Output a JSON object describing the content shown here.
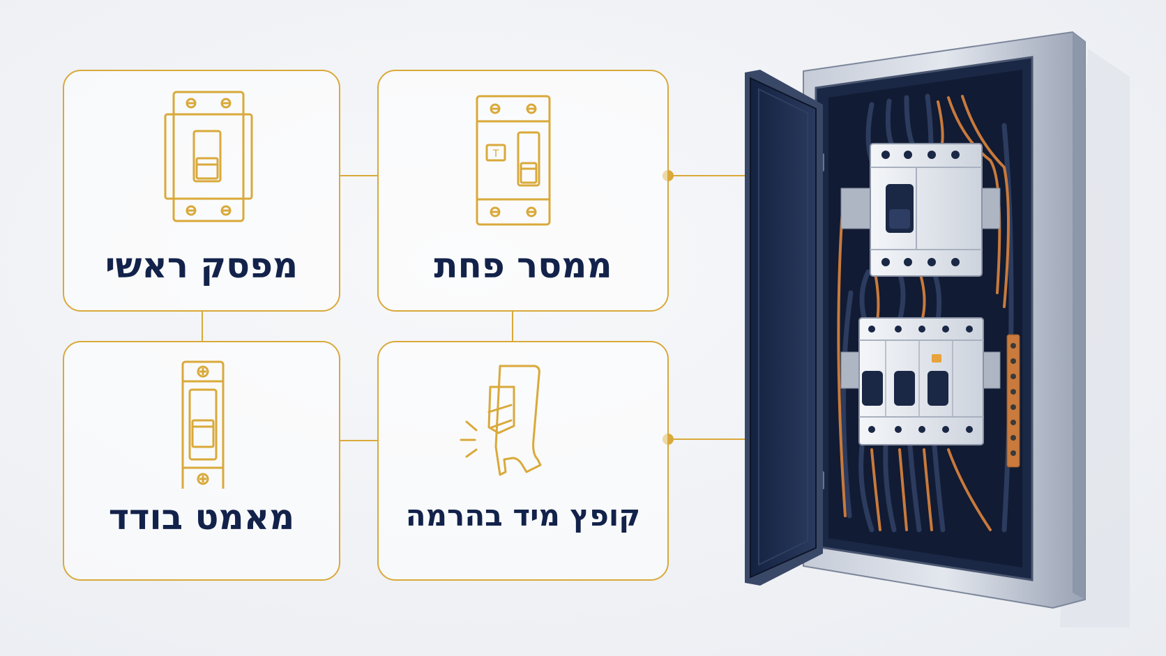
{
  "cards": {
    "main_switch": {
      "label": "מפסק ראשי",
      "icon": "main-switch-icon"
    },
    "rcd": {
      "label": "ממסר פחת",
      "icon": "rcd-breaker-icon",
      "test_button": "T"
    },
    "single_breaker": {
      "label": "מאמט בודד",
      "icon": "single-breaker-icon"
    },
    "trip_note": {
      "label": "קופץ מיד בהרמה",
      "icon": "trip-lever-icon"
    }
  },
  "colors": {
    "accent_gold": "#d9a93a",
    "text_navy": "#12224a",
    "panel_navy": "#1f2d4d",
    "copper": "#c97a3c"
  }
}
